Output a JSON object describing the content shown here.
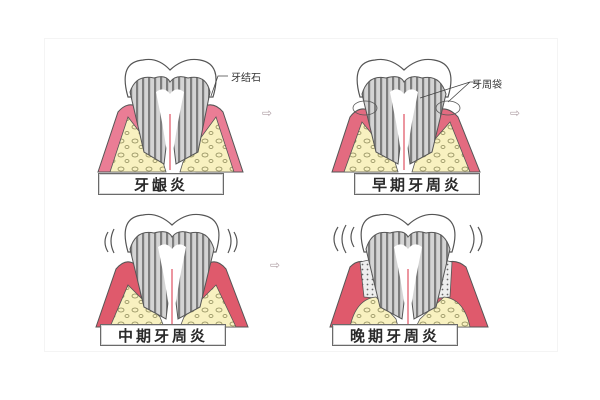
{
  "diagram": {
    "title": "",
    "panels": [
      {
        "id": "gingivitis",
        "label": "牙龈炎",
        "callout": "牙结石",
        "wobble": false,
        "bone_level": "normal",
        "pocket": false
      },
      {
        "id": "early",
        "label": "早期牙周炎",
        "callout": "牙周袋",
        "wobble": false,
        "bone_level": "slightly_reduced",
        "pocket": true
      },
      {
        "id": "middle",
        "label": "中期牙周炎",
        "callout": "",
        "wobble": true,
        "bone_level": "reduced",
        "pocket": true
      },
      {
        "id": "late",
        "label": "晚期牙周炎",
        "callout": "",
        "wobble": true,
        "bone_level": "severely_reduced",
        "pocket": true
      }
    ],
    "arrows": [
      {
        "from": "gingivitis",
        "to": "early",
        "glyph": "⇨"
      },
      {
        "from": "early",
        "to": "next",
        "glyph": "⇨"
      },
      {
        "from": "middle",
        "to": "late",
        "glyph": "⇨"
      }
    ],
    "colors": {
      "gum": "#ea7d95",
      "gum_inflamed": "#df5a6c",
      "bone": "#f8f1c0",
      "dentin_stripe": "#8a8a8a",
      "enamel": "#ffffff",
      "pulp_line": "#e05060",
      "outline": "#555555"
    }
  }
}
